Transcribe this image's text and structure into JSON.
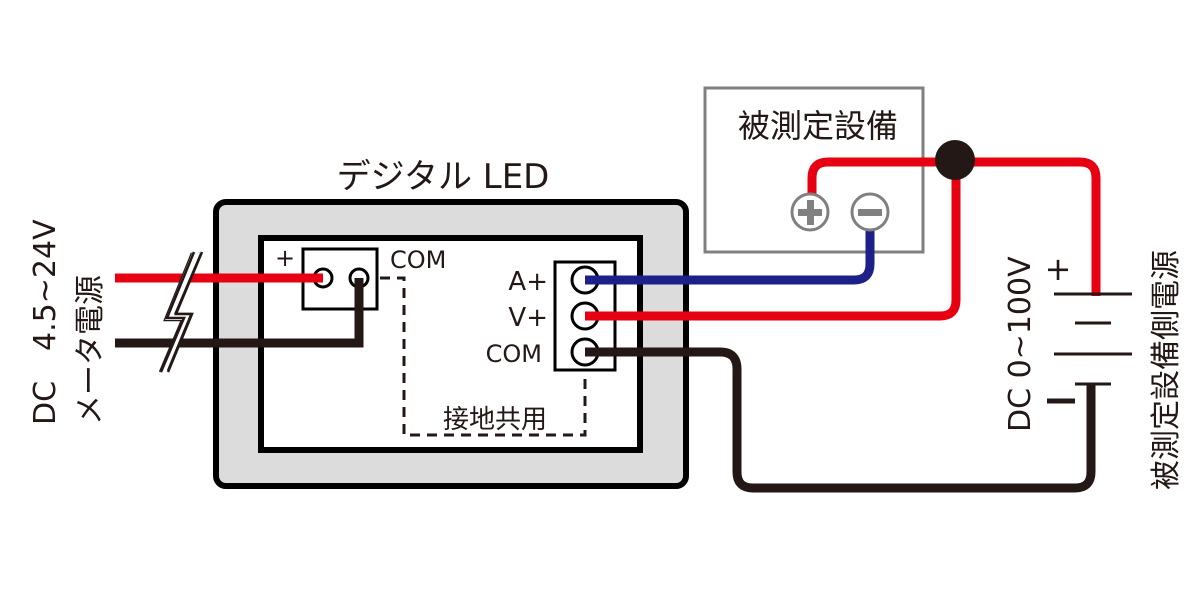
{
  "colors": {
    "wire_red": "#e60012",
    "wire_blue": "#1d2088",
    "wire_black": "#231815",
    "meter_bezel": "#dcdcdc",
    "device_border": "#808080",
    "outline": "#000000"
  },
  "meter": {
    "title": "デジタル LED",
    "power_terminal": {
      "plus_label": "+",
      "com_label": "COM"
    },
    "signal_terminal": {
      "labels": [
        "A+",
        "V+",
        "COM"
      ]
    },
    "ground_note": "接地共用"
  },
  "meter_power_supply": {
    "voltage_label": "DC　4.5~24V",
    "name_label": "メータ電源"
  },
  "device_under_test": {
    "title": "被測定設備",
    "plus_icon": "plus-terminal-icon",
    "minus_icon": "minus-terminal-icon"
  },
  "device_power_supply": {
    "voltage_label": "DC 0~100V",
    "name_label": "被測定設備側電源",
    "plus_label": "+",
    "minus_label": "−"
  }
}
